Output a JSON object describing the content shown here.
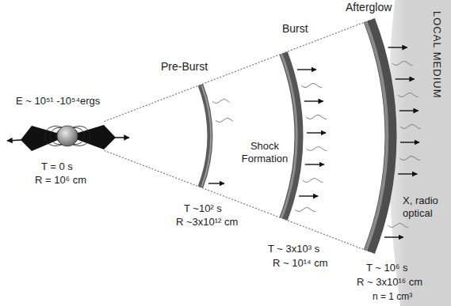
{
  "diagram": {
    "labels": [
      "Pre-Burst",
      "Burst",
      "Afterglow",
      "LOCAL MEDIUM",
      "E ~ 10⁵¹ -10⁵⁴ergs",
      "Shock Formation",
      "X, radio optical",
      "T = 0 s",
      "R = 10⁶ cm",
      "T ~10² s",
      "R ~3x10¹² cm",
      "T ~ 3x10³ s",
      "R ~ 10¹⁴ cm",
      "T ~ 10⁶ s",
      "R ~ 3x10¹⁶ cm",
      "n = 1 cm³"
    ]
  }
}
